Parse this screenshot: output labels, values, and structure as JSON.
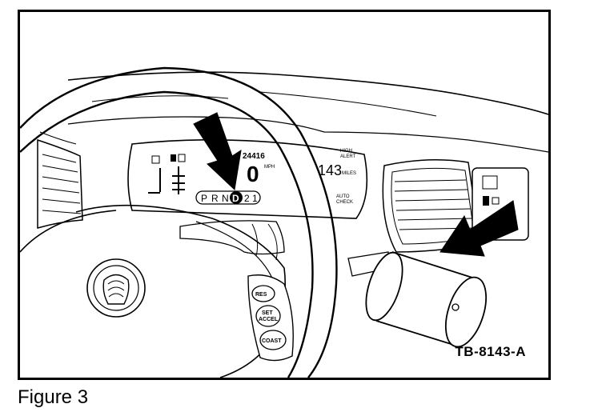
{
  "figure": {
    "caption": "Figure 3",
    "id_label": "TB-8143-A"
  },
  "cluster": {
    "gear_indicator": [
      "P",
      "R",
      "N",
      "D",
      "2",
      "1"
    ],
    "selected_gear": "D",
    "odometer": "24416",
    "speed": "0",
    "speed_unit": "MPH",
    "range": "143",
    "range_unit": "MILES",
    "range_label_1": "HIGH",
    "range_label_2": "ALERT",
    "auto_label_1": "AUTO",
    "auto_label_2": "CHECK"
  },
  "wheel_buttons": {
    "res": "RES",
    "set_1": "SET",
    "set_2": "ACCEL",
    "coast": "COAST"
  }
}
